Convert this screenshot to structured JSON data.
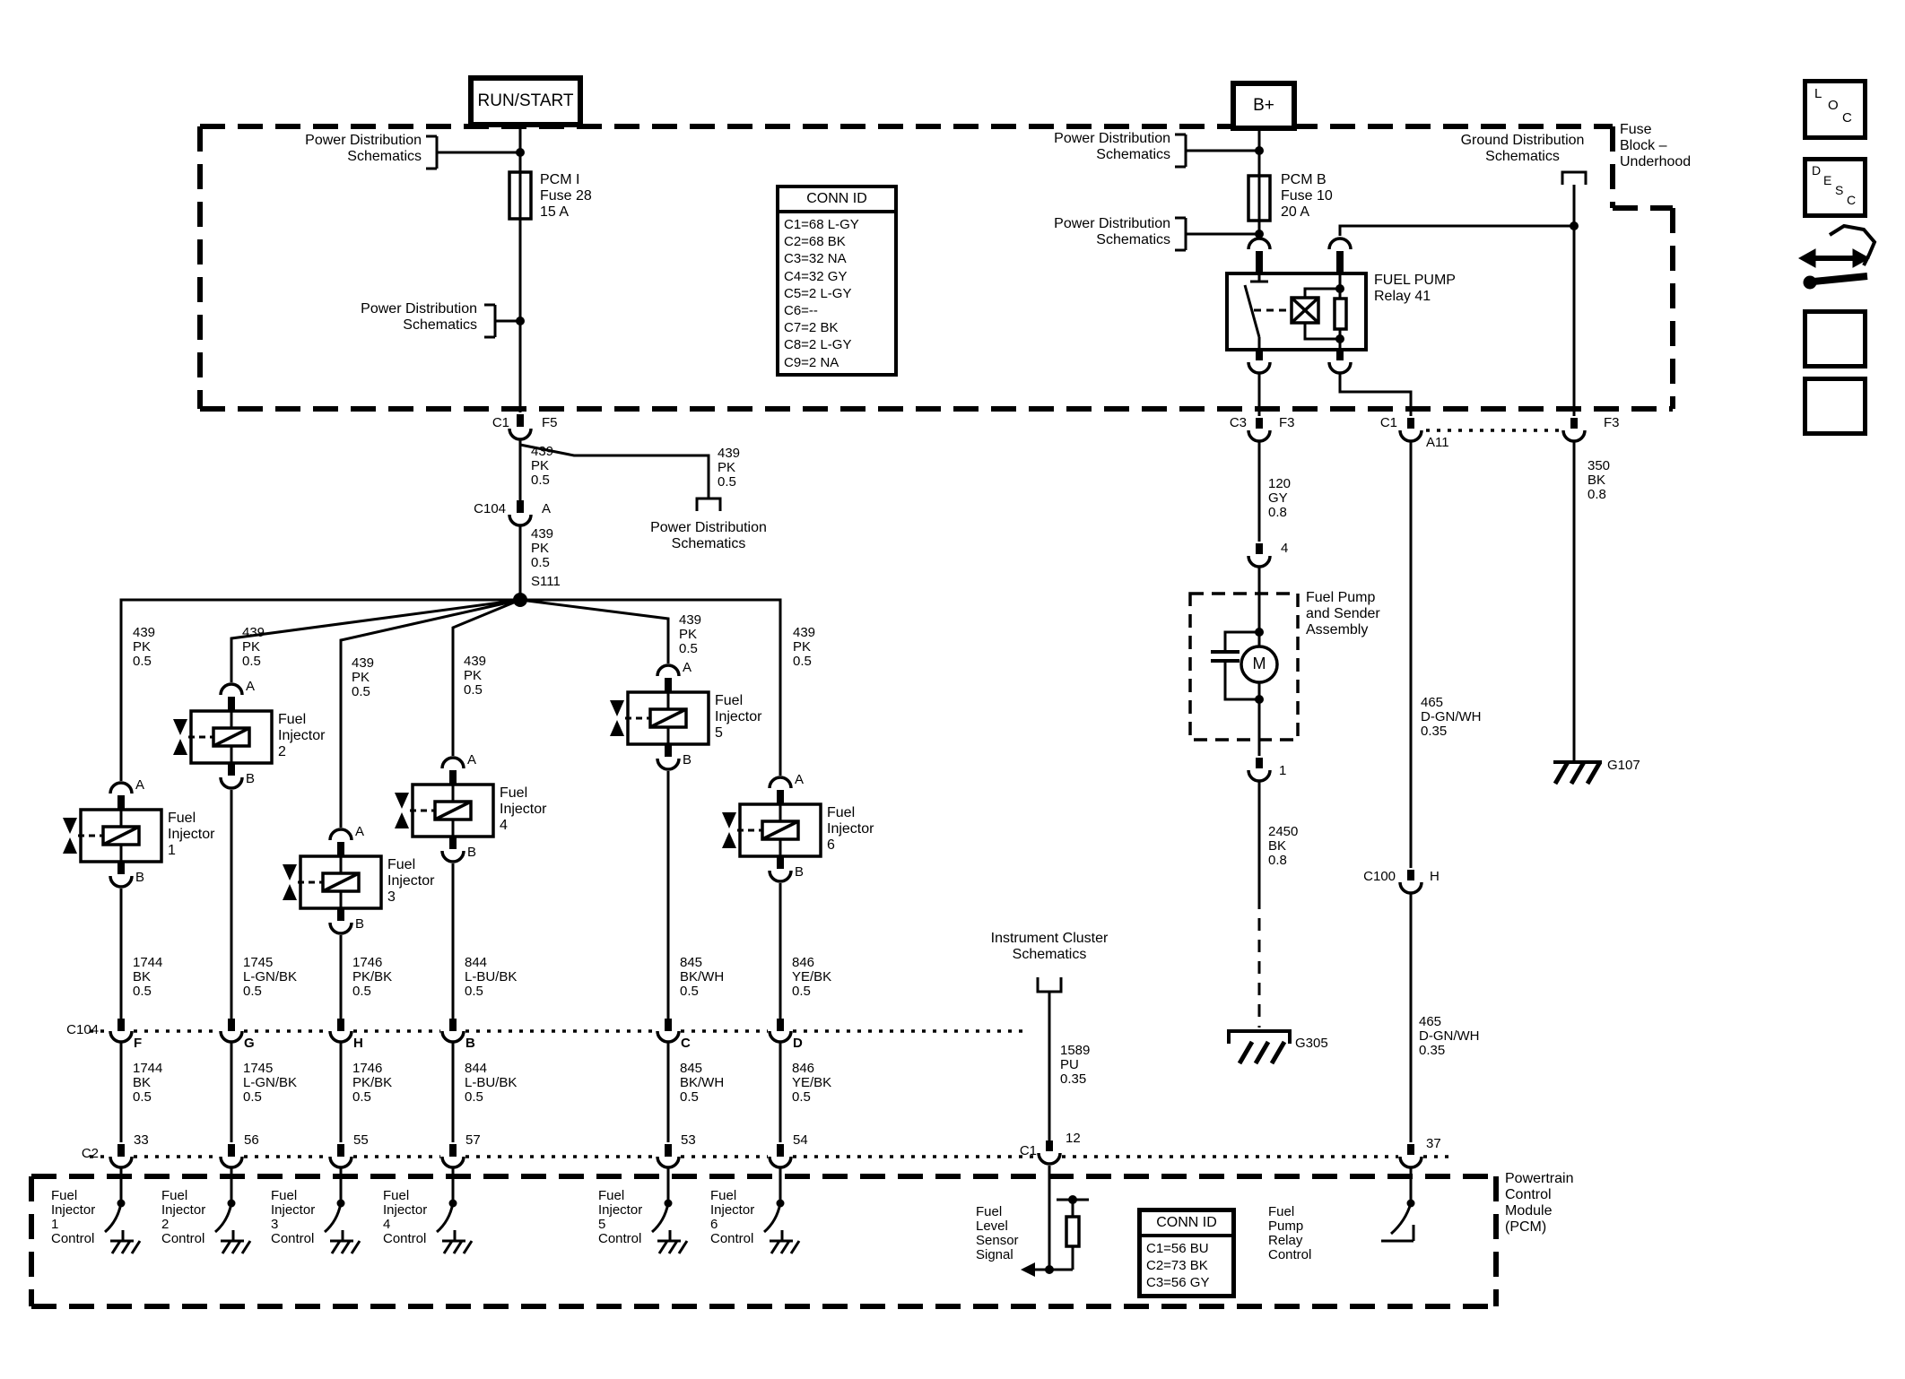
{
  "page": {
    "background": "#ffffff",
    "ink": "#000000"
  },
  "top_labels": {
    "run_start": "RUN/START",
    "b_plus": "B+"
  },
  "fuse_block": {
    "name": "Fuse\nBlock –\nUnderhood",
    "pcm_i_fuse": "PCM I\nFuse 28\n15 A",
    "pcm_b_fuse": "PCM B\nFuse 10\n20 A",
    "pd_tap1": "Power Distribution\nSchematics",
    "pd_tap2": "Power Distribution\nSchematics",
    "pd_tap3": "Power Distribution\nSchematics",
    "pd_tap4": "Power Distribution\nSchematics",
    "ground_dist": "Ground Distribution\nSchematics",
    "relay": "FUEL PUMP\nRelay 41"
  },
  "conn_id_top": {
    "title": "CONN ID",
    "rows": "C1=68 L-GY\nC2=68 BK\nC3=32 NA\nC4=32 GY\nC5=2 L-GY\nC6=--\nC7=2 BK\nC8=2 L-GY\nC9=2 NA"
  },
  "ignition_feed": {
    "c1": "C1",
    "f5": "F5",
    "wire_main": "439\nPK\n0.5",
    "wire_branch": "439\nPK\n0.5",
    "branch_dest": "Power Distribution\nSchematics",
    "c104": "C104",
    "pin_a": "A",
    "wire_below": "439\nPK\n0.5",
    "splice": "S111"
  },
  "injectors": [
    {
      "feed": "439\nPK\n0.5",
      "pin_a": "A",
      "pin_b": "B",
      "name": "Fuel\nInjector\n1",
      "wire_upper": "1744\nBK\n0.5",
      "c104_pin": "F",
      "wire_lower": "1744\nBK\n0.5",
      "c2_pin": "33",
      "control": "Fuel\nInjector\n1\nControl"
    },
    {
      "feed": "439\nPK\n0.5",
      "pin_a": "A",
      "pin_b": "B",
      "name": "Fuel\nInjector\n2",
      "wire_upper": "1745\nL-GN/BK\n0.5",
      "c104_pin": "G",
      "wire_lower": "1745\nL-GN/BK\n0.5",
      "c2_pin": "56",
      "control": "Fuel\nInjector\n2\nControl"
    },
    {
      "feed": "439\nPK\n0.5",
      "pin_a": "A",
      "pin_b": "B",
      "name": "Fuel\nInjector\n3",
      "wire_upper": "1746\nPK/BK\n0.5",
      "c104_pin": "H",
      "wire_lower": "1746\nPK/BK\n0.5",
      "c2_pin": "55",
      "control": "Fuel\nInjector\n3\nControl"
    },
    {
      "feed": "439\nPK\n0.5",
      "pin_a": "A",
      "pin_b": "B",
      "name": "Fuel\nInjector\n4",
      "wire_upper": "844\nL-BU/BK\n0.5",
      "c104_pin": "B",
      "wire_lower": "844\nL-BU/BK\n0.5",
      "c2_pin": "57",
      "control": "Fuel\nInjector\n4\nControl"
    },
    {
      "feed": "439\nPK\n0.5",
      "pin_a": "A",
      "pin_b": "B",
      "name": "Fuel\nInjector\n5",
      "wire_upper": "845\nBK/WH\n0.5",
      "c104_pin": "C",
      "wire_lower": "845\nBK/WH\n0.5",
      "c2_pin": "53",
      "control": "Fuel\nInjector\n5\nControl"
    },
    {
      "feed": "439\nPK\n0.5",
      "pin_a": "A",
      "pin_b": "B",
      "name": "Fuel\nInjector\n6",
      "wire_upper": "846\nYE/BK\n0.5",
      "c104_pin": "D",
      "wire_lower": "846\nYE/BK\n0.5",
      "c2_pin": "54",
      "control": "Fuel\nInjector\n6\nControl"
    }
  ],
  "connector_rows": {
    "c104": "C104",
    "c2": "C2"
  },
  "fuel_pump": {
    "c3": "C3",
    "f3": "F3",
    "wire_feed": "120\nGY\n0.8",
    "pin4": "4",
    "assembly": "Fuel Pump\nand Sender\nAssembly",
    "motor": "M",
    "pin1": "1",
    "wire_ground": "2450\nBK\n0.8",
    "g305": "G305"
  },
  "relay_control_circuit": {
    "c1": "C1",
    "a11": "A11",
    "wire_upper": "465\nD-GN/WH\n0.35",
    "c100": "C100",
    "pin_h": "H",
    "wire_lower": "465\nD-GN/WH\n0.35",
    "pin37": "37",
    "label": "Fuel\nPump\nRelay\nControl"
  },
  "ground_circuit": {
    "f3": "F3",
    "wire": "350\nBK\n0.8",
    "g107": "G107"
  },
  "fuel_level": {
    "dest": "Instrument Cluster\nSchematics",
    "wire": "1589\nPU\n0.35",
    "c1": "C1",
    "pin12": "12",
    "label": "Fuel\nLevel\nSensor\nSignal"
  },
  "pcm": {
    "name": "Powertrain\nControl\nModule\n(PCM)",
    "conn_id_title": "CONN ID",
    "conn_id_rows": "C1=56 BU\nC2=73 BK\nC3=56 GY"
  },
  "side_icons": {
    "loc_letters": [
      "L",
      "O",
      "C"
    ],
    "desc_letters": [
      "D",
      "E",
      "S",
      "C"
    ]
  }
}
